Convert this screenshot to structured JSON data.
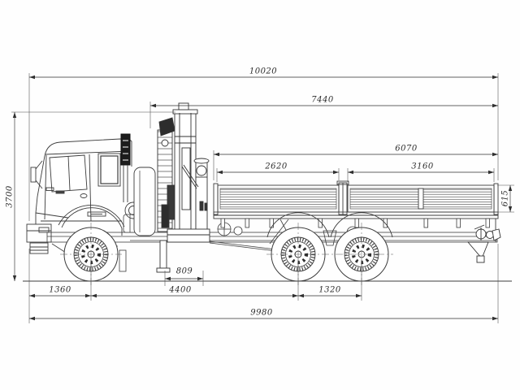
{
  "drawing": {
    "subject": "flatbed truck with loader crane - dimensioned side view",
    "dimensions_mm": {
      "overall_length": "10020",
      "crane_and_platform_length": "7440",
      "platform_length": "6070",
      "platform_section_front": "2620",
      "platform_section_rear": "3160",
      "side_board_height": "615",
      "overall_height": "3700",
      "outrigger_spacing": "809",
      "front_overhang": "1360",
      "wheelbase": "4400",
      "rear_bogie_spacing": "1320",
      "ground_length": "9980"
    }
  }
}
